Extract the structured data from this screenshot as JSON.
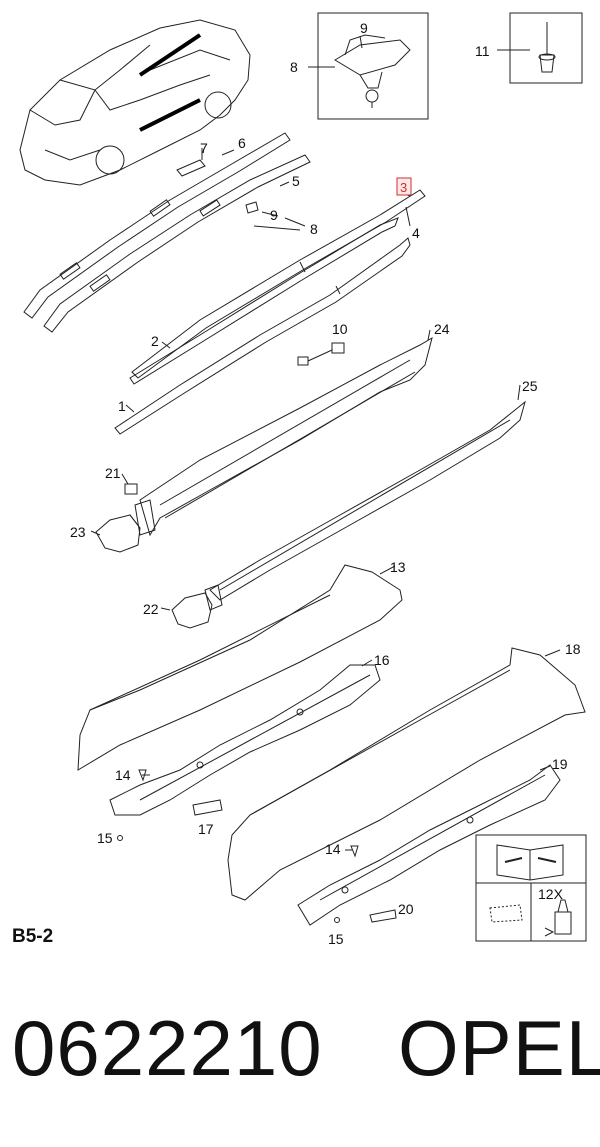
{
  "callouts": {
    "c1": "1",
    "c2": "2",
    "c3": "3",
    "c4": "4",
    "c5": "5",
    "c6": "6",
    "c7": "7",
    "c8a": "8",
    "c8b": "8",
    "c9a": "9",
    "c9b": "9",
    "c10": "10",
    "c11": "11",
    "c13": "13",
    "c14a": "14",
    "c14b": "14",
    "c15a": "15",
    "c15b": "15",
    "c16": "16",
    "c17": "17",
    "c18": "18",
    "c19": "19",
    "c20": "20",
    "c21": "21",
    "c22": "22",
    "c23": "23",
    "c24": "24",
    "c25": "25"
  },
  "highlighted_callout": "3",
  "info_box": {
    "quantity_label": "12X"
  },
  "section_label": "B5-2",
  "footer": {
    "part_number": "0622210",
    "brand": "OPEL"
  },
  "colors": {
    "line": "#222222",
    "highlight": "#d03030",
    "highlight_fill": "#fde8e8"
  }
}
